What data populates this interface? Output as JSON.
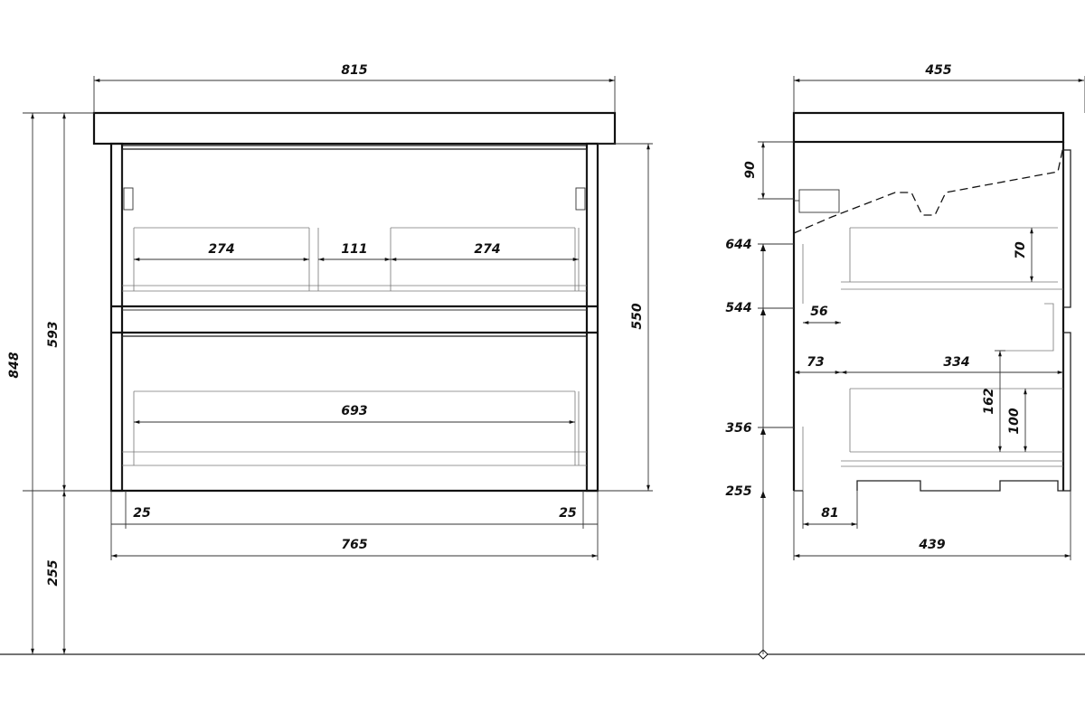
{
  "front_view": {
    "overall_width": "815",
    "total_height": "848",
    "cabinet_height": "593",
    "leg_height": "255",
    "inner_height": "550",
    "left_compartment": "274",
    "center_gap": "111",
    "right_compartment": "274",
    "drawer_width": "693",
    "left_offset": "25",
    "right_offset": "25",
    "body_width": "765"
  },
  "side_view": {
    "overall_depth": "455",
    "top_zone": "90",
    "level_644": "644",
    "level_544": "544",
    "level_356": "356",
    "level_255": "255",
    "upper_drawer_height": "70",
    "pipe_offset": "56",
    "front_gap": "73",
    "drawer_depth": "334",
    "lower_drawer_height": "162",
    "inner_box_height": "100",
    "foot_offset": "81",
    "body_depth": "439"
  }
}
